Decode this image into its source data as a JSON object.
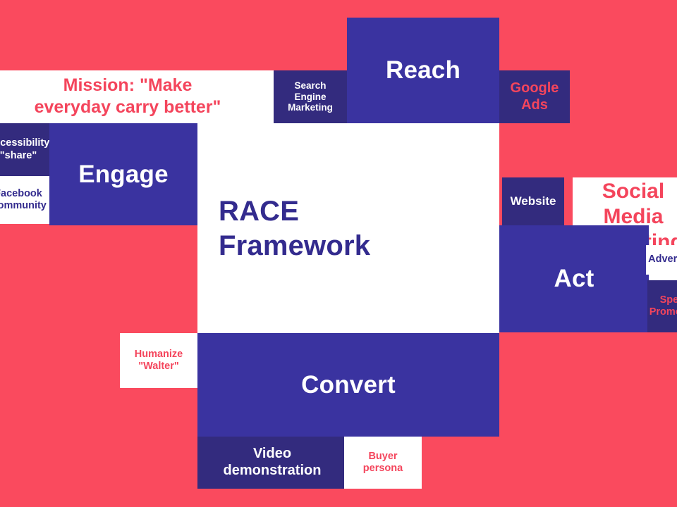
{
  "palette": {
    "background_red": "#FA4A5E",
    "stage_navy": "#3A33A0",
    "tactic_navy": "#332B7E",
    "white": "#FFFFFF",
    "text_red": "#F4455C",
    "text_navy": "#332B8E"
  },
  "center": {
    "title": "RACE\nFramework"
  },
  "stages": [
    {
      "id": "reach",
      "label": "Reach"
    },
    {
      "id": "engage",
      "label": "Engage"
    },
    {
      "id": "act",
      "label": "Act"
    },
    {
      "id": "convert",
      "label": "Convert"
    }
  ],
  "mission": {
    "label": "Mission: \"Make\neveryday carry better\""
  },
  "side_headings": [
    {
      "id": "social-media-marketing",
      "label": "Social\nMedia\nMarketing"
    }
  ],
  "tactics": [
    {
      "id": "search-engine-marketing",
      "label": "Search\nEngine\nMarketing",
      "surface": "tactic_navy",
      "text": "white"
    },
    {
      "id": "google-ads",
      "label": "Google\nAds",
      "surface": "tactic_navy",
      "text": "red"
    },
    {
      "id": "accessibility-share",
      "label": "Accessibility\n\"share\"",
      "surface": "tactic_navy",
      "text": "white"
    },
    {
      "id": "facebook-community",
      "label": "Facebook\nCommunity",
      "surface": "white",
      "text": "navy"
    },
    {
      "id": "website",
      "label": "Website",
      "surface": "tactic_navy",
      "text": "white"
    },
    {
      "id": "advertising",
      "label": "Advertising",
      "surface": "white",
      "text": "navy"
    },
    {
      "id": "special-promotions",
      "label": "Special\nPromotions",
      "surface": "tactic_navy",
      "text": "red"
    },
    {
      "id": "humanize-walter",
      "label": "Humanize\n\"Walter\"",
      "surface": "white",
      "text": "red"
    },
    {
      "id": "video-demonstration",
      "label": "Video\ndemonstration",
      "surface": "tactic_navy",
      "text": "white"
    },
    {
      "id": "buyer-persona",
      "label": "Buyer\npersona",
      "surface": "white",
      "text": "red"
    }
  ]
}
